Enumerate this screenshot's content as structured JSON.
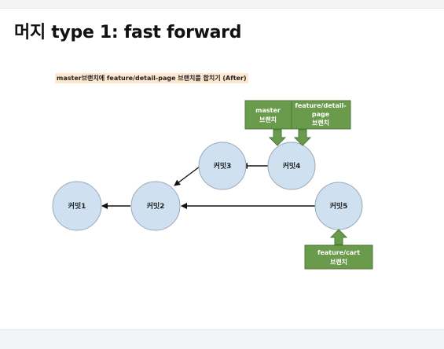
{
  "title": "머지 type 1: fast forward",
  "caption": "master브랜치에 feature/detail-page 브랜치를 합치기 (After)",
  "colors": {
    "commit_fill": "#cfe0f1",
    "commit_stroke": "#9aaab8",
    "branch_fill": "#6a9a4b",
    "branch_stroke": "#4e7a35",
    "arrow": "#111111"
  },
  "commits": [
    {
      "id": "c1",
      "label": "커밋1"
    },
    {
      "id": "c2",
      "label": "커밋2"
    },
    {
      "id": "c3",
      "label": "커밋3"
    },
    {
      "id": "c4",
      "label": "커밋4"
    },
    {
      "id": "c5",
      "label": "커밋5"
    }
  ],
  "branches": [
    {
      "id": "master",
      "lines": [
        "master",
        "브랜치"
      ]
    },
    {
      "id": "detail",
      "lines": [
        "feature/detail-",
        "page",
        "브랜치"
      ]
    },
    {
      "id": "cart",
      "lines": [
        "feature/cart",
        "브랜치"
      ]
    }
  ]
}
